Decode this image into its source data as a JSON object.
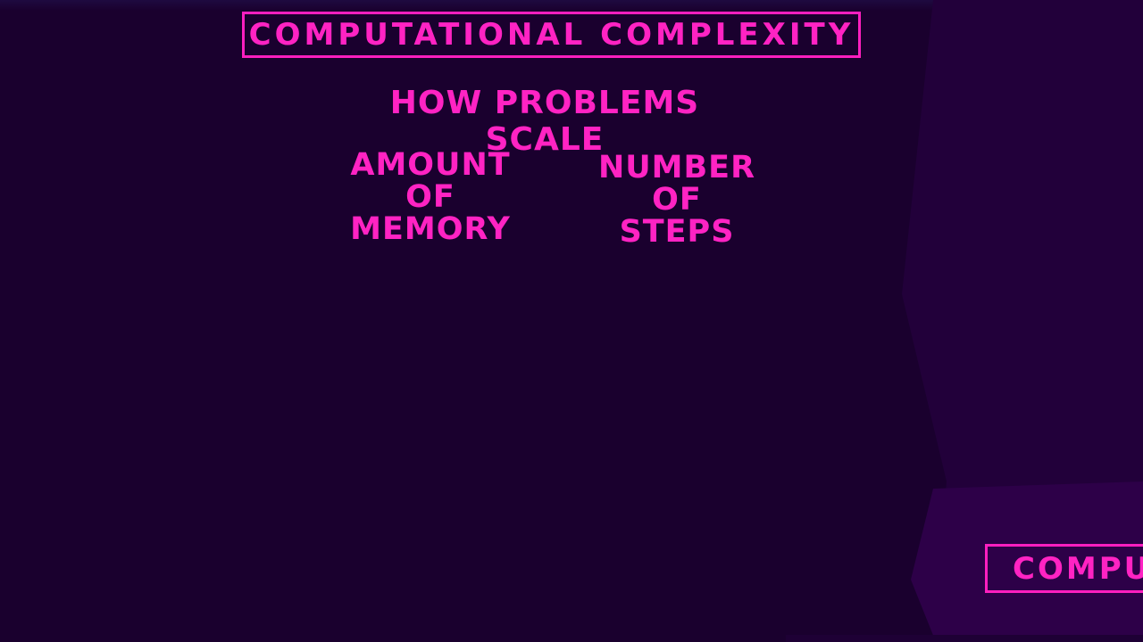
{
  "slide": {
    "title": "COMPUTATIONAL COMPLEXITY",
    "subtitle": "HOW PROBLEMS SCALE",
    "memory_label": {
      "line1": "AMOUNT OF",
      "line2": "MEMORY"
    },
    "steps_label": {
      "line1": "NUMBER",
      "line2": "OF STEPS"
    }
  },
  "next_slide": {
    "title_fragment": "COMPU"
  },
  "colors": {
    "background": "#1a002e",
    "accent": "#ff23c3",
    "side_panel": "#22003a"
  }
}
